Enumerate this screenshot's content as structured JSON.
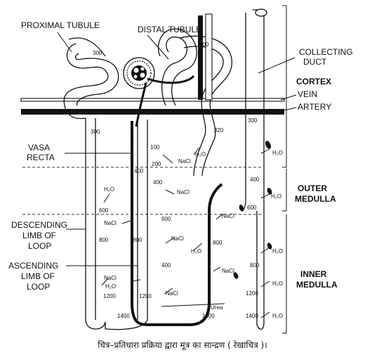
{
  "labels": {
    "proximal_tubule": "PROXIMAL TUBULE",
    "distal_tubule": "DISTAL TUBULE",
    "collecting_duct_1": "COLLECTING",
    "collecting_duct_2": "DUCT",
    "cortex": "CORTEX",
    "vein": "VEIN",
    "artery": "ARTERY",
    "vasa_recta_1": "VASA",
    "vasa_recta_2": "RECTA",
    "outer_medulla_1": "OUTER",
    "outer_medulla_2": "MEDULLA",
    "descending_limb_1": "DESCENDING",
    "descending_limb_2": "LIMB OF",
    "descending_limb_3": "LOOP",
    "ascending_limb_1": "ASCENDING",
    "ascending_limb_2": "LIMB OF",
    "ascending_limb_3": "LOOP",
    "inner_medulla_1": "INNER",
    "inner_medulla_2": "MEDULLA"
  },
  "osmolarity": {
    "pt": "300",
    "dt_top": "100",
    "pt_desc": "300",
    "cd_top": "300",
    "asc_320": "320",
    "desc_600": "600",
    "desc_800": "800",
    "desc_1200": "1200",
    "desc_1400": "1400",
    "vr_100": "100",
    "vr_200": "200",
    "vr_400a": "400",
    "vr_600": "600",
    "vr_800": "800",
    "vr_1200": "1200",
    "vr_400b": "400",
    "cd_400": "400",
    "cd_600": "600",
    "cd_800": "800",
    "cd_1200": "1200",
    "cd_1400": "1400",
    "loop_1400": "1400",
    "asc_400": "400"
  },
  "solutes": {
    "h2o": "H₂O",
    "nacl": "NaCl",
    "urea": "Urea"
  },
  "caption": "चित्र–प्रतिधारा प्रक्रिया द्वारा मूत्र का सान्द्रण ( रेखाचित्र )।"
}
